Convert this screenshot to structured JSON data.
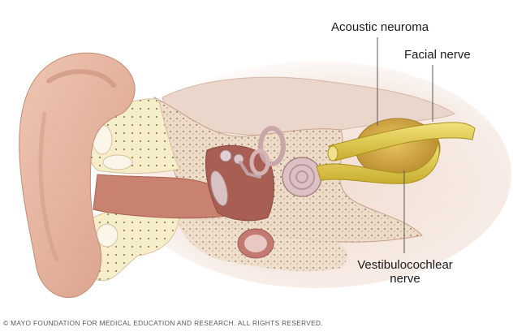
{
  "figure": {
    "subject": "Ear anatomy cross-section with acoustic neuroma",
    "labels": {
      "acoustic_neuroma": "Acoustic neuroma",
      "facial_nerve": "Facial nerve",
      "vestibulocochlear_line1": "Vestibulocochlear",
      "vestibulocochlear_line2": "nerve"
    },
    "colors": {
      "skin": "#e8b9a3",
      "skin_shadow": "#c98f7a",
      "bone": "#f2e6c4",
      "bone_dense": "#e3cfc0",
      "canal": "#b56a5c",
      "nerve": "#e0cc4a",
      "tumor": "#d4a73e",
      "brain": "#ead6cb"
    }
  },
  "footer": {
    "copyright": "© MAYO FOUNDATION FOR MEDICAL EDUCATION AND RESEARCH. ALL RIGHTS RESERVED."
  }
}
